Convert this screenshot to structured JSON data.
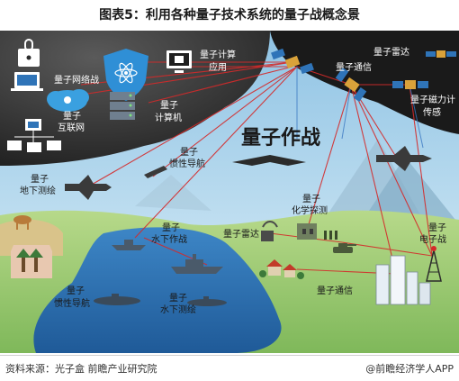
{
  "title": "图表5：利用各种量子技术系统的量子战概念景",
  "center_label": "量子作战",
  "labels": {
    "network_service": "量子网络战",
    "computing_app_1": "量子计算",
    "computing_app_2": "应用",
    "internet_1": "量子",
    "internet_2": "互联网",
    "computer_1": "量子",
    "computer_2": "计算机",
    "radar_top": "量子雷达",
    "comm_top": "量子通信",
    "magnetic_1": "量子磁力计",
    "magnetic_2": "传感",
    "inertial_air_1": "量子",
    "inertial_air_2": "惯性导航",
    "underground_1": "量子",
    "underground_2": "地下测绘",
    "chem_1": "量子",
    "chem_2": "化学探测",
    "underwater_op_1": "量子",
    "underwater_op_2": "水下作战",
    "radar_ground": "量子雷达",
    "ew_1": "量子",
    "ew_2": "电子战",
    "comm_ground": "量子通信",
    "inertial_sea_1": "量子",
    "inertial_sea_2": "惯性导航",
    "underwater_map_1": "量子",
    "underwater_map_2": "水下测绘"
  },
  "footer": {
    "source": "资料来源：光子盒 前瞻产业研究院",
    "brand": "@前瞻经济学人APP"
  },
  "colors": {
    "link_line": "#d42a2a",
    "sky": "#bfe0f2",
    "land": "#9cc96a",
    "sea": "#2f74b8",
    "dark": "#2b2b2b"
  }
}
